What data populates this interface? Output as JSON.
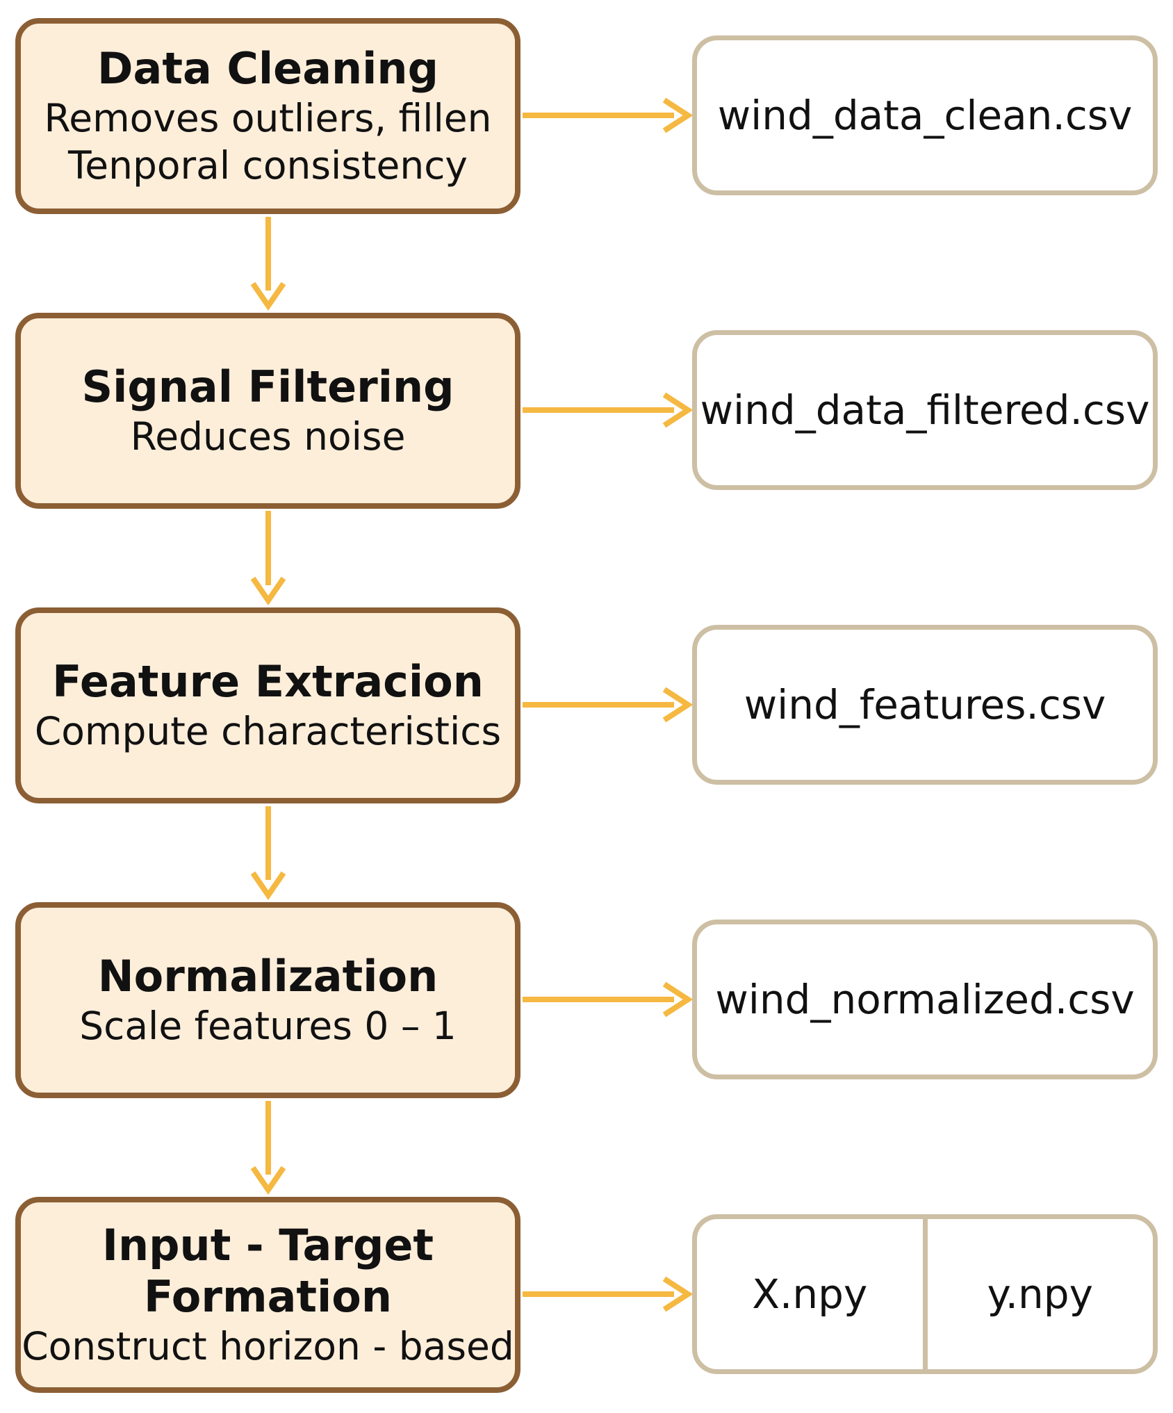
{
  "steps": [
    {
      "title": "Data Cleaning",
      "lines": [
        "Removes outliers, fillen",
        "Tenporal consistency"
      ],
      "output": "wind_data_clean.csv"
    },
    {
      "title": "Signal Filtering",
      "lines": [
        "Reduces noise"
      ],
      "output": "wind_data_filtered.csv"
    },
    {
      "title": "Feature Extracion",
      "lines": [
        "Compute characteristics"
      ],
      "output": "wind_features.csv"
    },
    {
      "title": "Normalization",
      "lines": [
        "Scale features 0 – 1"
      ],
      "output": "wind_normalized.csv"
    },
    {
      "title_lines": [
        "Input - Target",
        "Formation"
      ],
      "lines": [
        "Construct horizon - based"
      ],
      "outputs": [
        "X.npy",
        "y.npy"
      ]
    }
  ],
  "colors": {
    "process_fill": "#FDEEDA",
    "process_border": "#8B5E34",
    "output_border": "#CDBFA4",
    "arrow": "#F5B841"
  }
}
